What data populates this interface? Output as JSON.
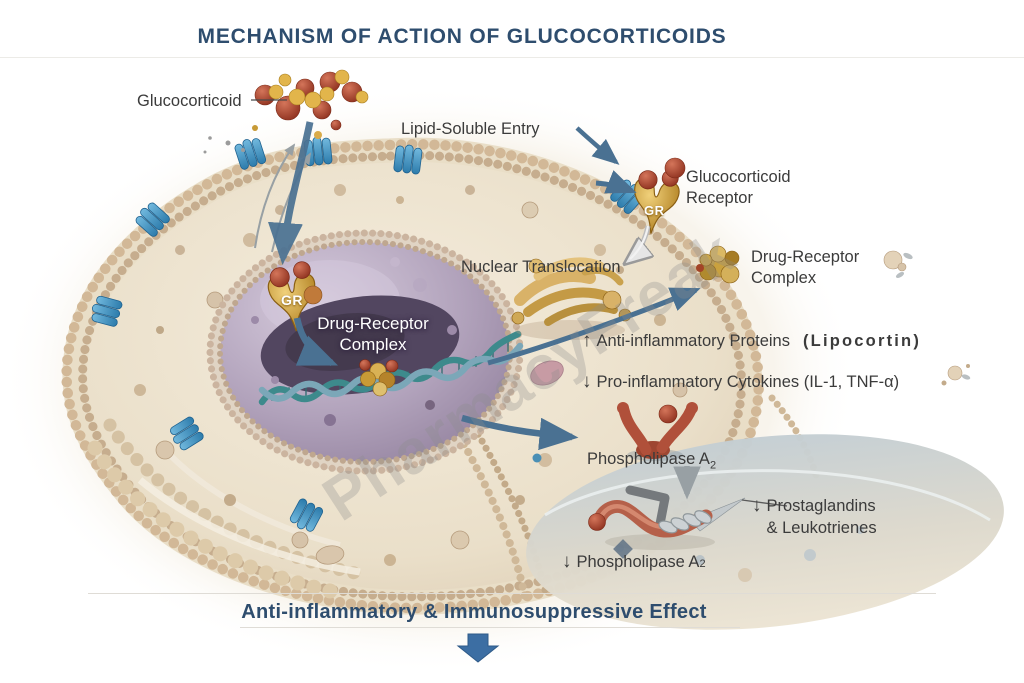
{
  "title": "MECHANISM OF ACTION OF GLUCOCORTICOIDS",
  "watermark": "PharmacyFreak",
  "cell": {
    "glucocorticoid_label": "Glucocorticoid",
    "lipid_entry_label": "Lipid-Soluble Entry",
    "receptor_label_line1": "Glucocorticoid",
    "receptor_label_line2": "Receptor",
    "gr_membrane_badge": "GR",
    "gr_nucleus_badge": "GR",
    "nuclear_translocation_label": "Nuclear Translocation",
    "drug_receptor_membrane_line1": "Drug-Receptor",
    "drug_receptor_membrane_line2": "Complex",
    "drug_receptor_nucleus_line1": "Drug-Receptor",
    "drug_receptor_nucleus_line2": "Complex"
  },
  "outcomes": {
    "up_glyph": "↑",
    "down_glyph": "↓",
    "anti_inflammatory_text": "Anti-inflammatory Proteins",
    "lipocortin_text": "(Lipocortin)",
    "pro_inflammatory_text": "Pro-inflammatory Cytokines (IL-1, TNF-α)",
    "phospholipase_label": "Phospholipase A",
    "phospholipase_sub": "2",
    "prostaglandins_line1": "Prostaglandins",
    "prostaglandins_line2": "& Leukotrienes",
    "phospholipase_down_label": "Phospholipase A",
    "phospholipase_down_sub": "2"
  },
  "footer": {
    "effect_label": "Anti-inflammatory & Immunosuppressive Effect"
  },
  "colors": {
    "title_navy": "#2e4d6e",
    "label_dark": "#3b3b3b",
    "arrow_blue": "#4a7192",
    "arrow_gray": "#98a0a4",
    "membrane_tan": "#d2b897",
    "cytoplasm": "#ece1d0",
    "nucleus_purple": "#a294ae",
    "nucleolus": "#4f4454",
    "channel_blue": "#3f8fc0",
    "receptor_gold": "#cf9c33",
    "ligand_red": "#9c3b28",
    "ligand_yellow": "#d4a43c",
    "pla2_red": "#b0503a",
    "dna_teal": "#3d8a8c"
  }
}
